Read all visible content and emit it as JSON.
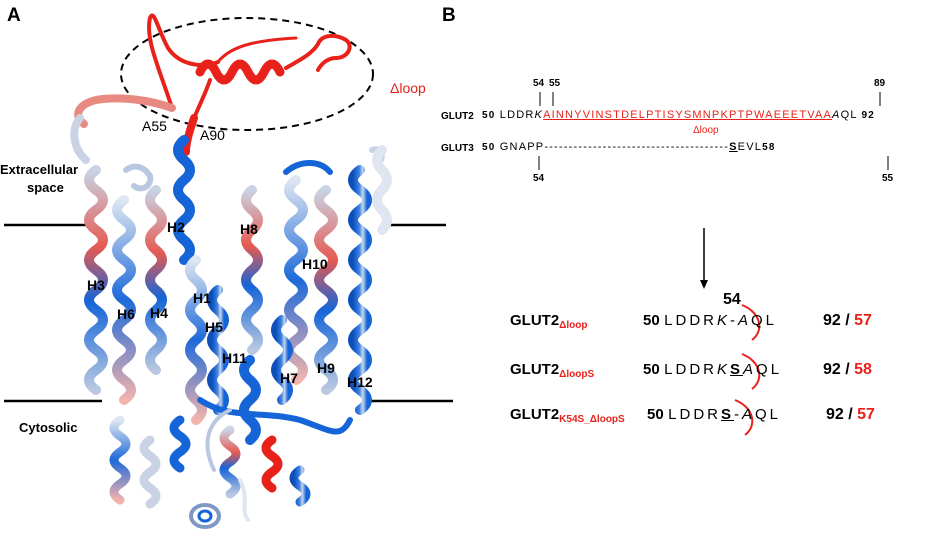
{
  "panel_a": {
    "letter": "A",
    "loop_label": "Δloop",
    "residue_a55": "A55",
    "residue_a90": "A90",
    "extracellular_line1": "Extracellular",
    "extracellular_line2": "space",
    "cytosolic": "Cytosolic",
    "helices": [
      "H1",
      "H2",
      "H3",
      "H4",
      "H5",
      "H6",
      "H7",
      "H8",
      "H9",
      "H10",
      "H11",
      "H12"
    ],
    "colors": {
      "loop": "#e8221a",
      "helix_blue": "#1565d8",
      "helix_light": "#b8c9e3",
      "helix_red": "#e5534b"
    }
  },
  "panel_b": {
    "letter": "B",
    "ticks_top": [
      "54",
      "55",
      "89"
    ],
    "ticks_bottom": [
      "54",
      "55"
    ],
    "glut2": {
      "name": "GLUT2",
      "start": "50",
      "pre": "LDDR",
      "k": "K",
      "loop_seq": "AINNYVINSTDELPTISYSMNPKPTPWAEEETVAA",
      "tail_a": "A",
      "tail": "QL",
      "end": "92",
      "loop_label": "Δloop"
    },
    "glut3": {
      "name": "GLUT3",
      "start": "50",
      "pre": "GNAPP",
      "gap": "--------------------------------------",
      "s": "S",
      "tail": "EVL",
      "end": "58"
    },
    "constructs": [
      {
        "name": "GLUT2",
        "sub": "Δloop",
        "start": "50",
        "seq_pre": "LDDR",
        "seq_k": "K",
        "seq_mid": "-",
        "seq_s": "",
        "seq_a": "A",
        "seq_tail": "QL",
        "end_black": "92 /",
        "end_red": "57"
      },
      {
        "name": "GLUT2",
        "sub": "ΔloopS",
        "start": "50",
        "seq_pre": "LDDR",
        "seq_k": "K",
        "seq_mid": "",
        "seq_s": "S",
        "seq_a": "A",
        "seq_tail": "QL",
        "end_black": "92 /",
        "end_red": "58"
      },
      {
        "name": "GLUT2",
        "sub": "K54S_ΔloopS",
        "start": "50",
        "seq_pre": "LDDR",
        "seq_k": "",
        "seq_mid": "-",
        "seq_s": "S",
        "seq_a": "A",
        "seq_tail": "QL",
        "end_black": "92 /",
        "end_red": "57"
      }
    ],
    "construct_marker": "54"
  }
}
